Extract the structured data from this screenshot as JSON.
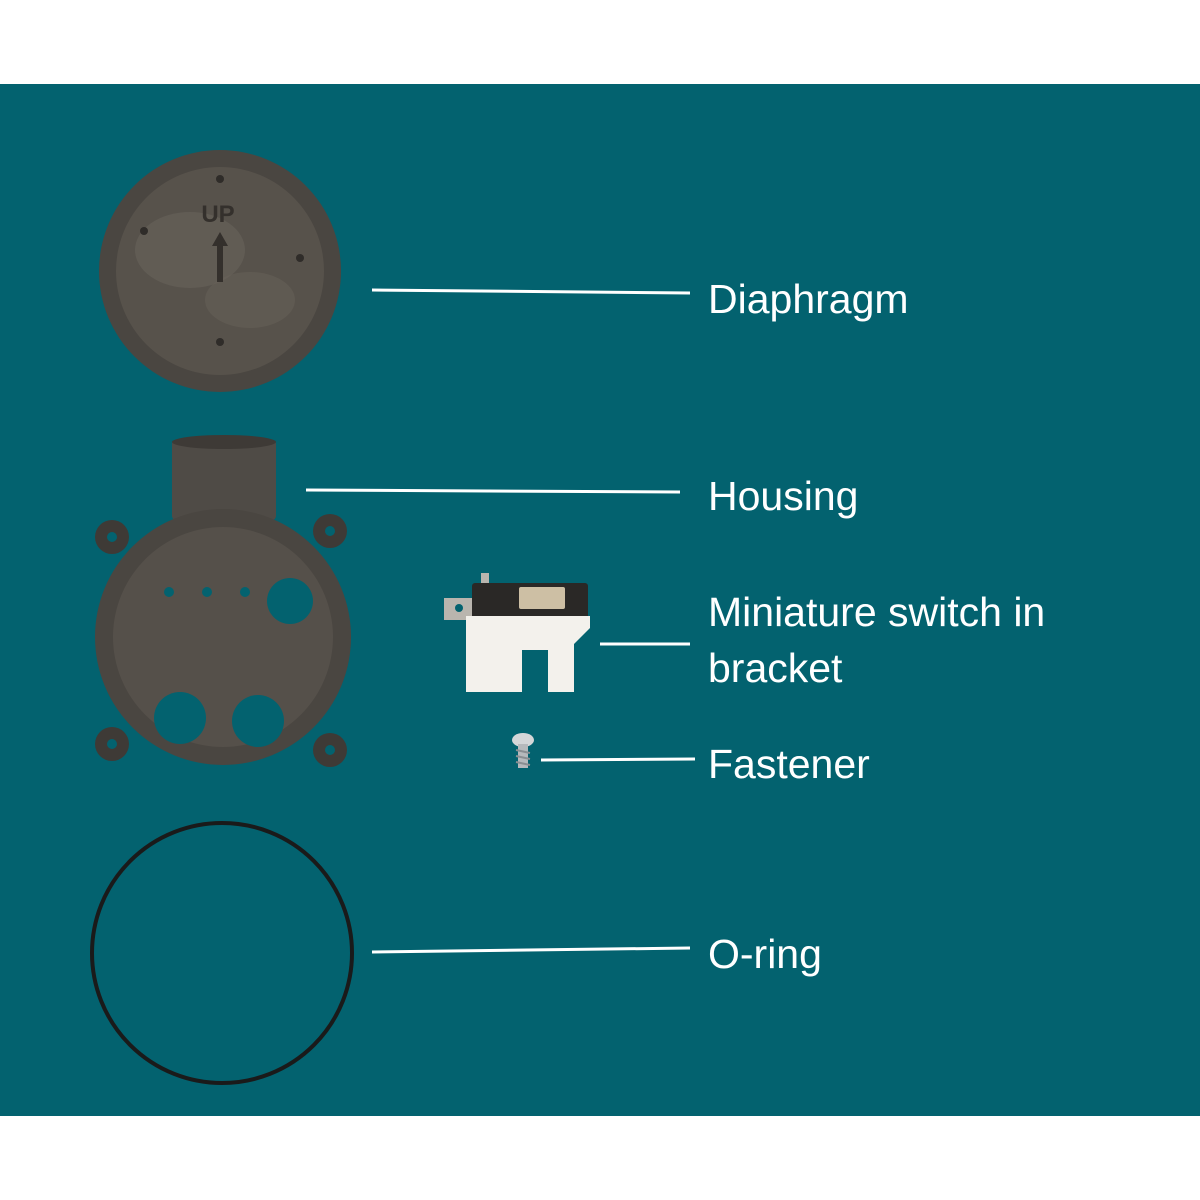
{
  "diagram": {
    "background_color": "#03626f",
    "page_color": "#ffffff",
    "line_color": "#ffffff",
    "parts": [
      {
        "id": "diaphragm",
        "label_lines": [
          "Diaphragm"
        ],
        "embossed_text": "UP"
      },
      {
        "id": "housing",
        "label_lines": [
          "Housing"
        ]
      },
      {
        "id": "switch",
        "label_lines": [
          "Miniature switch in",
          "bracket"
        ]
      },
      {
        "id": "fastener",
        "label_lines": [
          "Fastener"
        ]
      },
      {
        "id": "oring",
        "label_lines": [
          "O-ring"
        ]
      }
    ]
  }
}
